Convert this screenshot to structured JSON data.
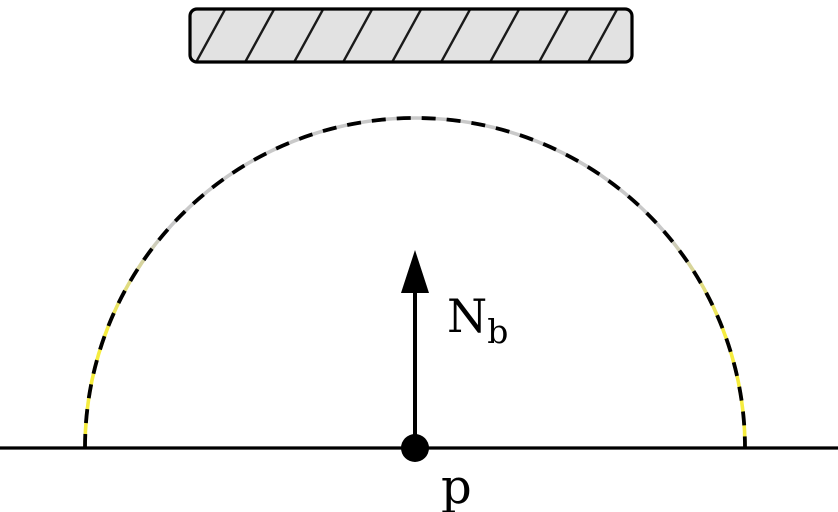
{
  "diagram": {
    "title": "point-contact-with-normal-force-diagram",
    "labels": {
      "normal_force_main": "N",
      "normal_force_sub": "b",
      "contact_point": "p"
    },
    "colors": {
      "background": "#ffffff",
      "ink": "#000000",
      "hatch_fill": "#e2e2e2",
      "hatch_line": "#1a1a1a",
      "arc_dash": "#000000",
      "arc_under_top": "#c9c9c9",
      "arc_under_side": "#f5ec3f",
      "ground_line": "#000000",
      "dot": "#000000",
      "arrow": "#000000"
    }
  }
}
